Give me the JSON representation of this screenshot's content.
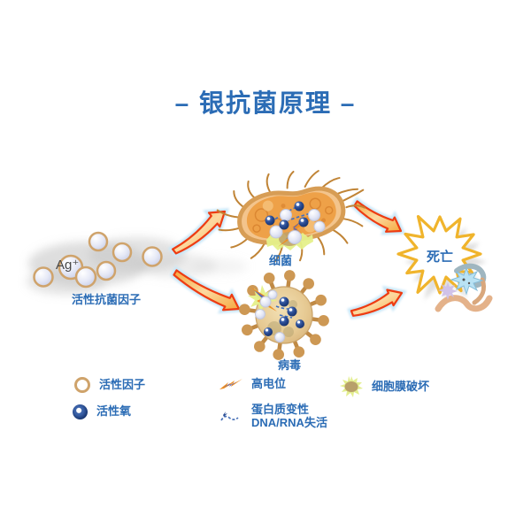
{
  "title": "– 银抗菌原理 –",
  "cloud": {
    "ion_label": "Ag⁺",
    "caption": "活性抗菌因子"
  },
  "bacteria": {
    "caption": "细菌"
  },
  "virus": {
    "caption": "病毒"
  },
  "death": {
    "caption": "死亡"
  },
  "legend": {
    "items": [
      {
        "icon": "active-factor-icon",
        "label": "活性因子"
      },
      {
        "icon": "active-oxygen-icon",
        "label": "活性氧"
      },
      {
        "icon": "high-potential-icon",
        "label": "高电位"
      },
      {
        "icon": "protein-denaturation-icon",
        "label": "蛋白质变性",
        "label2": "DNA/RNA失活"
      },
      {
        "icon": "membrane-destruction-icon",
        "label": "细胞膜破坏"
      }
    ]
  },
  "colors": {
    "title_blue": "#2b6cb5",
    "label_blue": "#2b6cb5",
    "arrow_fill": "#f8bc6e",
    "arrow_outline": "#ee3c12",
    "arrow_glow": "#c9e7f8",
    "star_border_yellow": "#f0b42c",
    "sphere_ring_tan": "#cfa36b",
    "sphere_fill_lavender": "#d8dcf0",
    "active_oxygen_navy": "#16316b",
    "membrane_glow_green": "#e5f08a",
    "cell_body_tan": "#d79d55",
    "cell_interior_orange": "#ee9d42",
    "lightning_orange": "#ef8e22",
    "lightning_purple": "#5f64b0"
  }
}
